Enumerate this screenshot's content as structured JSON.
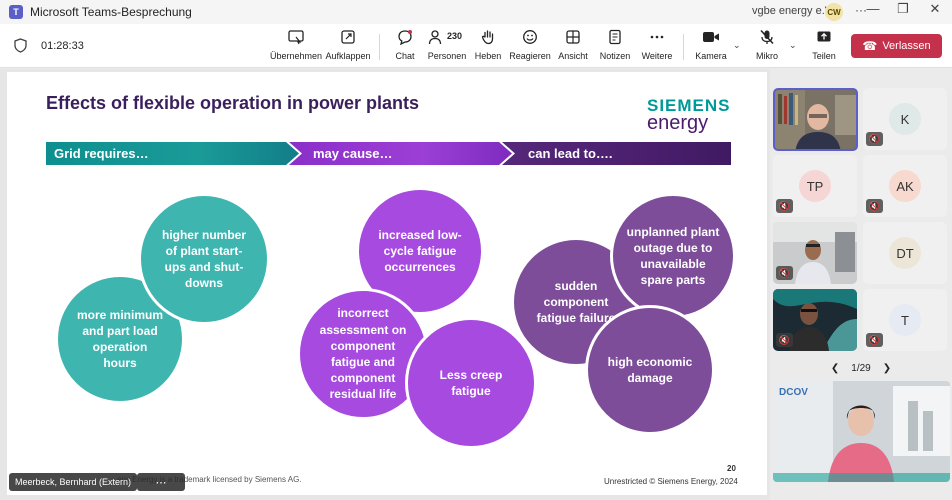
{
  "window": {
    "app_icon": "teams-icon",
    "title": "Microsoft Teams-Besprechung",
    "org_name": "vgbe energy e.V.",
    "org_avatar": "CW",
    "more": "···",
    "minimize": "—",
    "restore": "❐",
    "close": "✕"
  },
  "meeting": {
    "timer": "01:28:33",
    "buttons": [
      {
        "label": "Übernehmen",
        "icon": "take-control-icon"
      },
      {
        "label": "Aufklappen",
        "icon": "pop-out-icon"
      },
      {
        "label": "Chat",
        "icon": "chat-icon"
      },
      {
        "label": "Personen",
        "icon": "people-icon",
        "count": "230"
      },
      {
        "label": "Heben",
        "icon": "raise-hand-icon"
      },
      {
        "label": "Reagieren",
        "icon": "react-icon"
      },
      {
        "label": "Ansicht",
        "icon": "view-icon"
      },
      {
        "label": "Notizen",
        "icon": "notes-icon"
      },
      {
        "label": "Weitere",
        "icon": "more-icon"
      },
      {
        "label": "Kamera",
        "icon": "camera-icon"
      },
      {
        "label": "Mikro",
        "icon": "mic-off-icon"
      },
      {
        "label": "Teilen",
        "icon": "share-icon"
      }
    ],
    "leave_label": "Verlassen"
  },
  "slide": {
    "title": "Effects of flexible operation in power plants",
    "logo_line1": "SIEMENS",
    "logo_line2": "energy",
    "banners": [
      "Grid requires…",
      "may cause…",
      "can lead to…."
    ],
    "circles": {
      "c1": "higher number of plant start-ups and shut-downs",
      "c2": "more minimum and part load operation hours",
      "c3": "increased low-cycle fatigue occurrences",
      "c4": "incorrect assessment on component fatigue and component residual life",
      "c5": "Less creep fatigue",
      "c6": "unplanned plant outage due to unavailable spare parts",
      "c7": "sudden component fatigue failure",
      "c8": "high economic damage"
    },
    "footer_left": "ens Energy is a trademark licensed by Siemens AG.",
    "footer_right": "Unrestricted © Siemens Energy, 2024",
    "page_number": "20"
  },
  "presenter": {
    "name": "Meerbeck, Bernhard (Extern)"
  },
  "participants": {
    "tiles": [
      {
        "initials": "K",
        "color": "#dfe9e7"
      },
      {
        "initials": "TP",
        "color": "#f6d6d4"
      },
      {
        "initials": "AK",
        "color": "#f7d9cf"
      },
      {
        "initials": "DT",
        "color": "#ebe6d7"
      },
      {
        "initials": "T",
        "color": "#e6eaf2"
      }
    ],
    "pager": "1/29",
    "self_logo": "DCOV"
  }
}
